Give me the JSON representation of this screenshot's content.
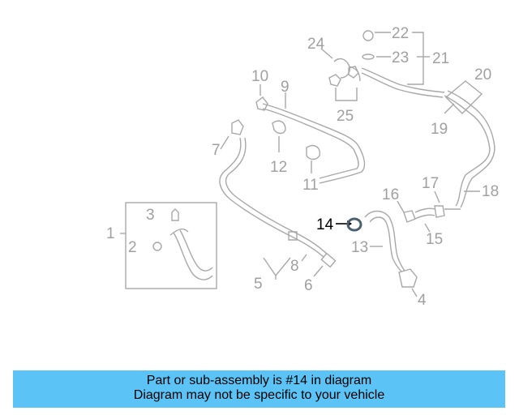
{
  "diagram": {
    "highlighted_part": "14",
    "labels": {
      "p1": "1",
      "p2": "2",
      "p3": "3",
      "p4": "4",
      "p5": "5",
      "p6": "6",
      "p7": "7",
      "p8": "8",
      "p9": "9",
      "p10": "10",
      "p11": "11",
      "p12": "12",
      "p13": "13",
      "p14": "14",
      "p15": "15",
      "p16": "16",
      "p17": "17",
      "p18": "18",
      "p19": "19",
      "p20": "20",
      "p21": "21",
      "p22": "22",
      "p23": "23",
      "p24": "24",
      "p25": "25"
    },
    "colors": {
      "part_lines": "#a8a8a8",
      "highlight": "#000000",
      "ring": "#4a5f70"
    }
  },
  "banner": {
    "line1": "Part or sub-assembly is #14 in diagram",
    "line2": "Diagram may not be specific to your vehicle",
    "background": "#5bc3f5"
  }
}
